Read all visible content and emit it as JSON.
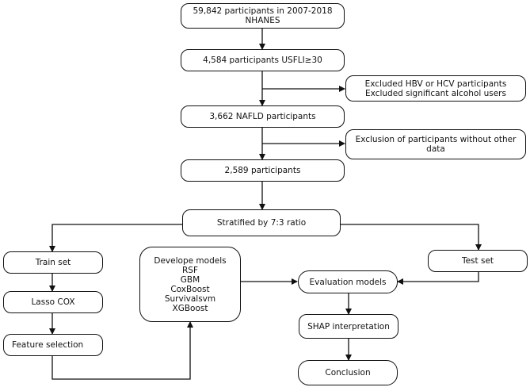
{
  "nodes": {
    "start": [
      "59,842 participants in 2007-2018 NHANES"
    ],
    "usfli": [
      "4,584 participants USFLI≥30"
    ],
    "excl1": [
      "Excluded HBV or HCV participants",
      "Excluded significant alcohol users"
    ],
    "nafld": [
      "3,662 NAFLD participants"
    ],
    "excl2": [
      "Exclusion of participants without other",
      "data"
    ],
    "p2589": [
      "2,589 participants"
    ],
    "strat": [
      "Stratified by 7:3 ratio"
    ],
    "train": [
      "Train set"
    ],
    "lasso": [
      "Lasso COX"
    ],
    "feat": [
      "Feature selection"
    ],
    "models": [
      "Develope models",
      "RSF",
      "GBM",
      "CoxBoost",
      "Survivalsvm",
      "XGBoost"
    ],
    "test": [
      "Test set"
    ],
    "eval": [
      "Evaluation models"
    ],
    "shap": [
      "SHAP interpretation"
    ],
    "concl": [
      "Conclusion"
    ]
  }
}
